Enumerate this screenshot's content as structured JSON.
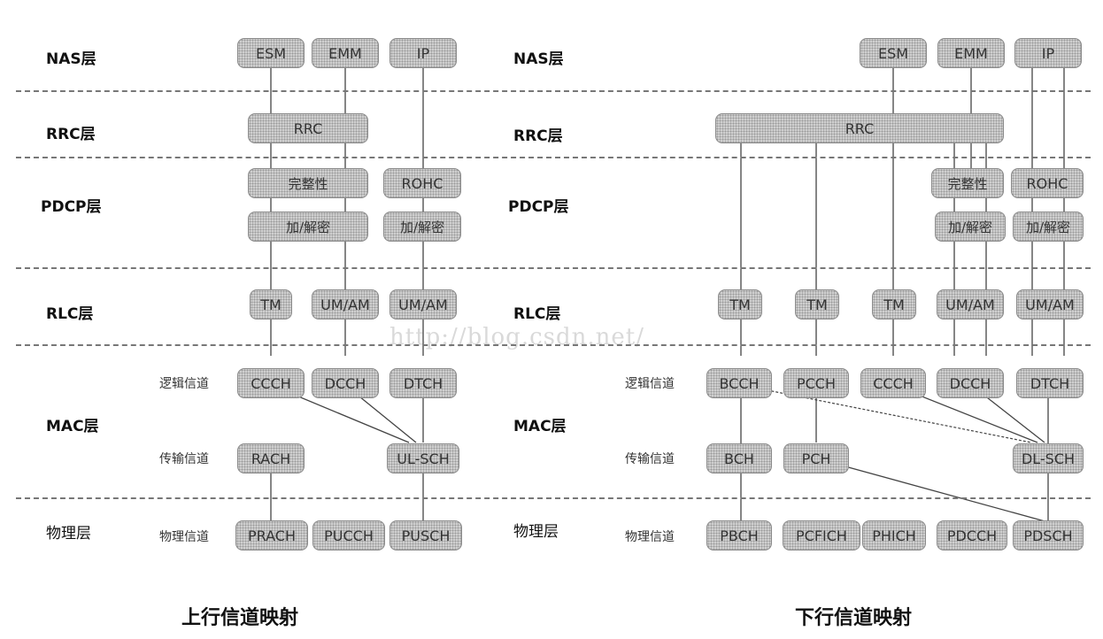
{
  "left_labels": {
    "nas": "NAS层",
    "rrc": "RRC层",
    "pdcp": "PDCP层",
    "rlc": "RLC层",
    "mac": "MAC层",
    "phy": "物理层"
  },
  "right_labels": {
    "nas": "NAS层",
    "rrc": "RRC层",
    "pdcp": "PDCP层",
    "rlc": "RLC层",
    "mac": "MAC层",
    "phy": "物理层"
  },
  "channel_labels": {
    "logical": "逻辑信道",
    "transport": "传输信道",
    "physical": "物理信道"
  },
  "uplink": {
    "esm": "ESM",
    "emm": "EMM",
    "ip": "IP",
    "rrc": "RRC",
    "integrity": "完整性",
    "rohc": "ROHC",
    "cipher1": "加/解密",
    "cipher2": "加/解密",
    "tm": "TM",
    "umam1": "UM/AM",
    "umam2": "UM/AM",
    "ccch": "CCCH",
    "dcch": "DCCH",
    "dtch": "DTCH",
    "rach": "RACH",
    "ulsch": "UL-SCH",
    "prach": "PRACH",
    "pucch": "PUCCH",
    "pusch": "PUSCH"
  },
  "downlink": {
    "esm": "ESM",
    "emm": "EMM",
    "ip": "IP",
    "rrc": "RRC",
    "integrity": "完整性",
    "rohc": "ROHC",
    "cipher1": "加/解密",
    "cipher2": "加/解密",
    "tm1": "TM",
    "tm2": "TM",
    "tm3": "TM",
    "umam1": "UM/AM",
    "umam2": "UM/AM",
    "bcch": "BCCH",
    "pcch": "PCCH",
    "ccch": "CCCH",
    "dcch": "DCCH",
    "dtch": "DTCH",
    "bch": "BCH",
    "pch": "PCH",
    "dlsch": "DL-SCH",
    "pbch": "PBCH",
    "pcfich": "PCFICH",
    "phich": "PHICH",
    "pdcch": "PDCCH",
    "pdsch": "PDSCH"
  },
  "captions": {
    "uplink": "上行信道映射",
    "downlink": "下行信道映射"
  },
  "watermark": "http://blog.csdn.net/"
}
